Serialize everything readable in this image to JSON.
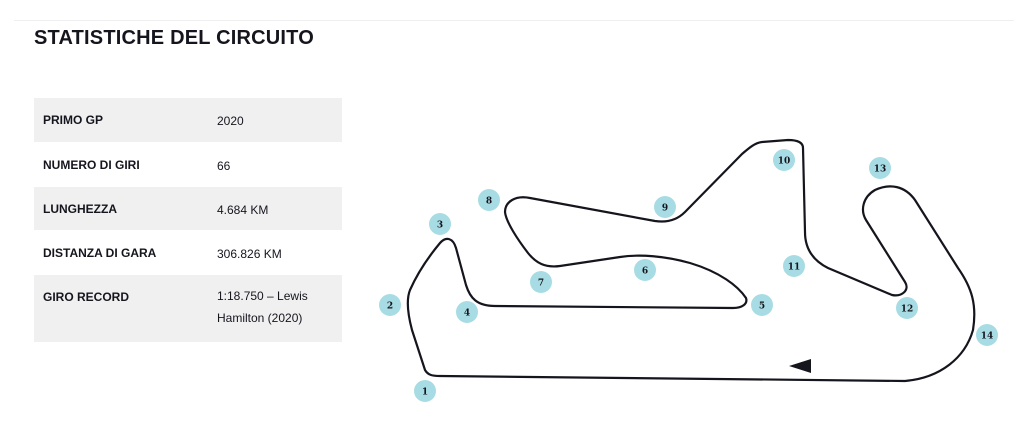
{
  "title": "STATISTICHE DEL CIRCUITO",
  "stats": [
    {
      "label": "PRIMO GP",
      "value": "2020"
    },
    {
      "label": "NUMERO DI GIRI",
      "value": "66"
    },
    {
      "label": "LUNGHEZZA",
      "value": "4.684 KM"
    },
    {
      "label": "DISTANZA DI GARA",
      "value": "306.826 KM"
    },
    {
      "label": "GIRO RECORD",
      "value": "1:18.750 – Lewis Hamilton (2020)"
    }
  ],
  "turns": [
    "1",
    "2",
    "3",
    "4",
    "5",
    "6",
    "7",
    "8",
    "9",
    "10",
    "11",
    "12",
    "13",
    "14"
  ],
  "colors": {
    "turn_marker": "#a8dce4",
    "track_line": "#15151e",
    "row_shade": "#f0f0f0"
  }
}
